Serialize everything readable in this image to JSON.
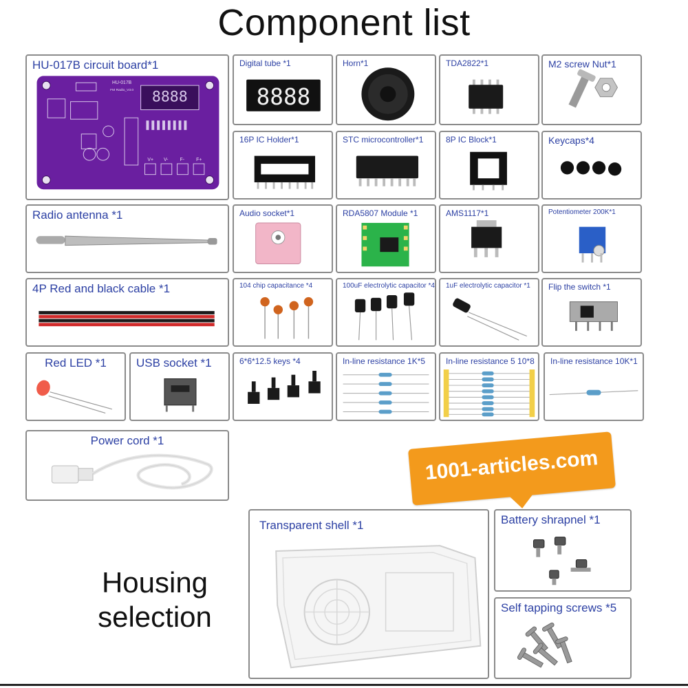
{
  "title": "Component list",
  "watermark": "1001-articles.com",
  "housing_title": "Housing selection",
  "components": {
    "board": "HU-017B circuit board*1",
    "digital_tube": "Digital tube *1",
    "horn": "Horn*1",
    "tda": "TDA2822*1",
    "screw_nut": "M2 screw Nut*1",
    "ic_holder16": "16P IC Holder*1",
    "stc": "STC microcontroller*1",
    "ic_block8": "8P IC Block*1",
    "keycaps": "Keycaps*4",
    "antenna": "Radio antenna *1",
    "audio_socket": "Audio socket*1",
    "rda": "RDA5807 Module *1",
    "ams": "AMS1117*1",
    "potentiometer": "Potentiometer 200K*1",
    "cable": "4P Red and black cable *1",
    "chip_cap": "104 chip capacitance *4",
    "elec_cap100": "100uF electrolytic capacitor *4",
    "elec_cap1": "1uF electrolytic capacitor *1",
    "switch": "Flip the switch *1",
    "led": "Red LED *1",
    "usb_socket": "USB socket *1",
    "keys": "6*6*12.5 keys *4",
    "res1k": "In-line resistance 1K*5",
    "res510": "In-line resistance 5 10*8",
    "res10k": "In-line resistance 10K*1",
    "power_cord": "Power cord *1",
    "shell": "Transparent shell *1",
    "battery": "Battery shrapnel *1",
    "screws": "Self tapping screws *5"
  },
  "board_text": {
    "model": "HU-017B",
    "sub": "FM Radio_V3.0",
    "display": "8888",
    "keys": [
      "V+",
      "V-",
      "F-",
      "F+"
    ]
  },
  "tube_display": "8888",
  "colors": {
    "label": "#2b3fa3",
    "board": "#6a1fa0",
    "badge": "#f39a1c",
    "border": "#8a8a8a"
  }
}
